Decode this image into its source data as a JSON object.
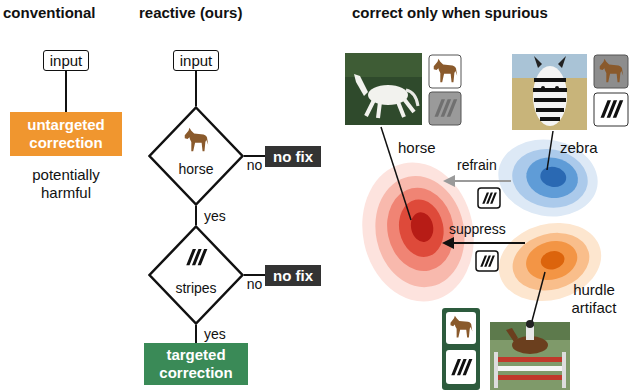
{
  "diagram": {
    "nodes": [
      {
        "text": [
          "input"
        ]
      },
      {
        "text": [
          "untargeted correction"
        ]
      },
      {
        "text": [
          "input"
        ]
      },
      {
        "text": [
          "horse"
        ]
      },
      {
        "text": [
          "no fix"
        ]
      },
      {
        "text": [
          "stripes"
        ]
      },
      {
        "text": [
          "no fix"
        ]
      },
      {
        "text": [
          "targeted correction"
        ]
      }
    ],
    "edges": [
      {
        "from": 0,
        "to": 1,
        "arrow": "none"
      },
      {
        "from": 2,
        "to": 3,
        "arrow": "none"
      },
      {
        "from": 3,
        "to": 4,
        "arrow": "none",
        "label": "no"
      },
      {
        "from": 3,
        "to": 5,
        "arrow": "none",
        "label": "yes"
      },
      {
        "from": 5,
        "to": 6,
        "arrow": "none",
        "label": "no"
      },
      {
        "from": 5,
        "to": 7,
        "arrow": "none",
        "label": "yes"
      }
    ],
    "labels": [
      "conventional",
      "reactive (ours)",
      "correct only when spurious",
      "potentially harmful",
      "horse",
      "refrain",
      "zebra",
      "suppress",
      "hurdle artifact"
    ]
  }
}
